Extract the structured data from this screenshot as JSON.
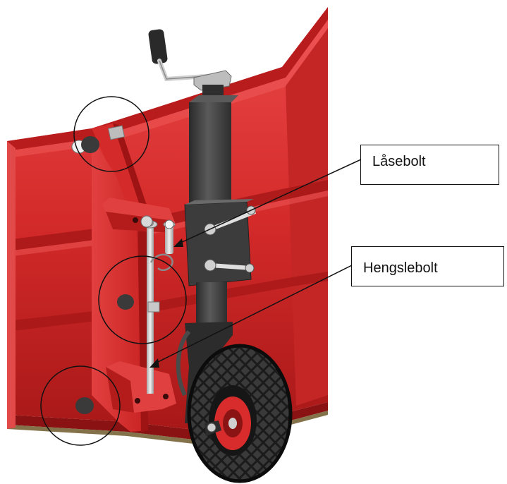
{
  "callouts": [
    {
      "label": "Låsebolt"
    },
    {
      "label": "Hengslebolt"
    }
  ],
  "colors": {
    "frame_red": "#d42a2a",
    "frame_red_dark": "#9e1414",
    "frame_red_light": "#ef5858",
    "metal_dark": "#3a3a3a",
    "tire_black": "#1a1a1a",
    "hub_red": "#d82c2c"
  },
  "highlights": [
    {
      "name": "upper-pivot-circle"
    },
    {
      "name": "middle-pin-circle"
    },
    {
      "name": "lower-pivot-circle"
    }
  ]
}
